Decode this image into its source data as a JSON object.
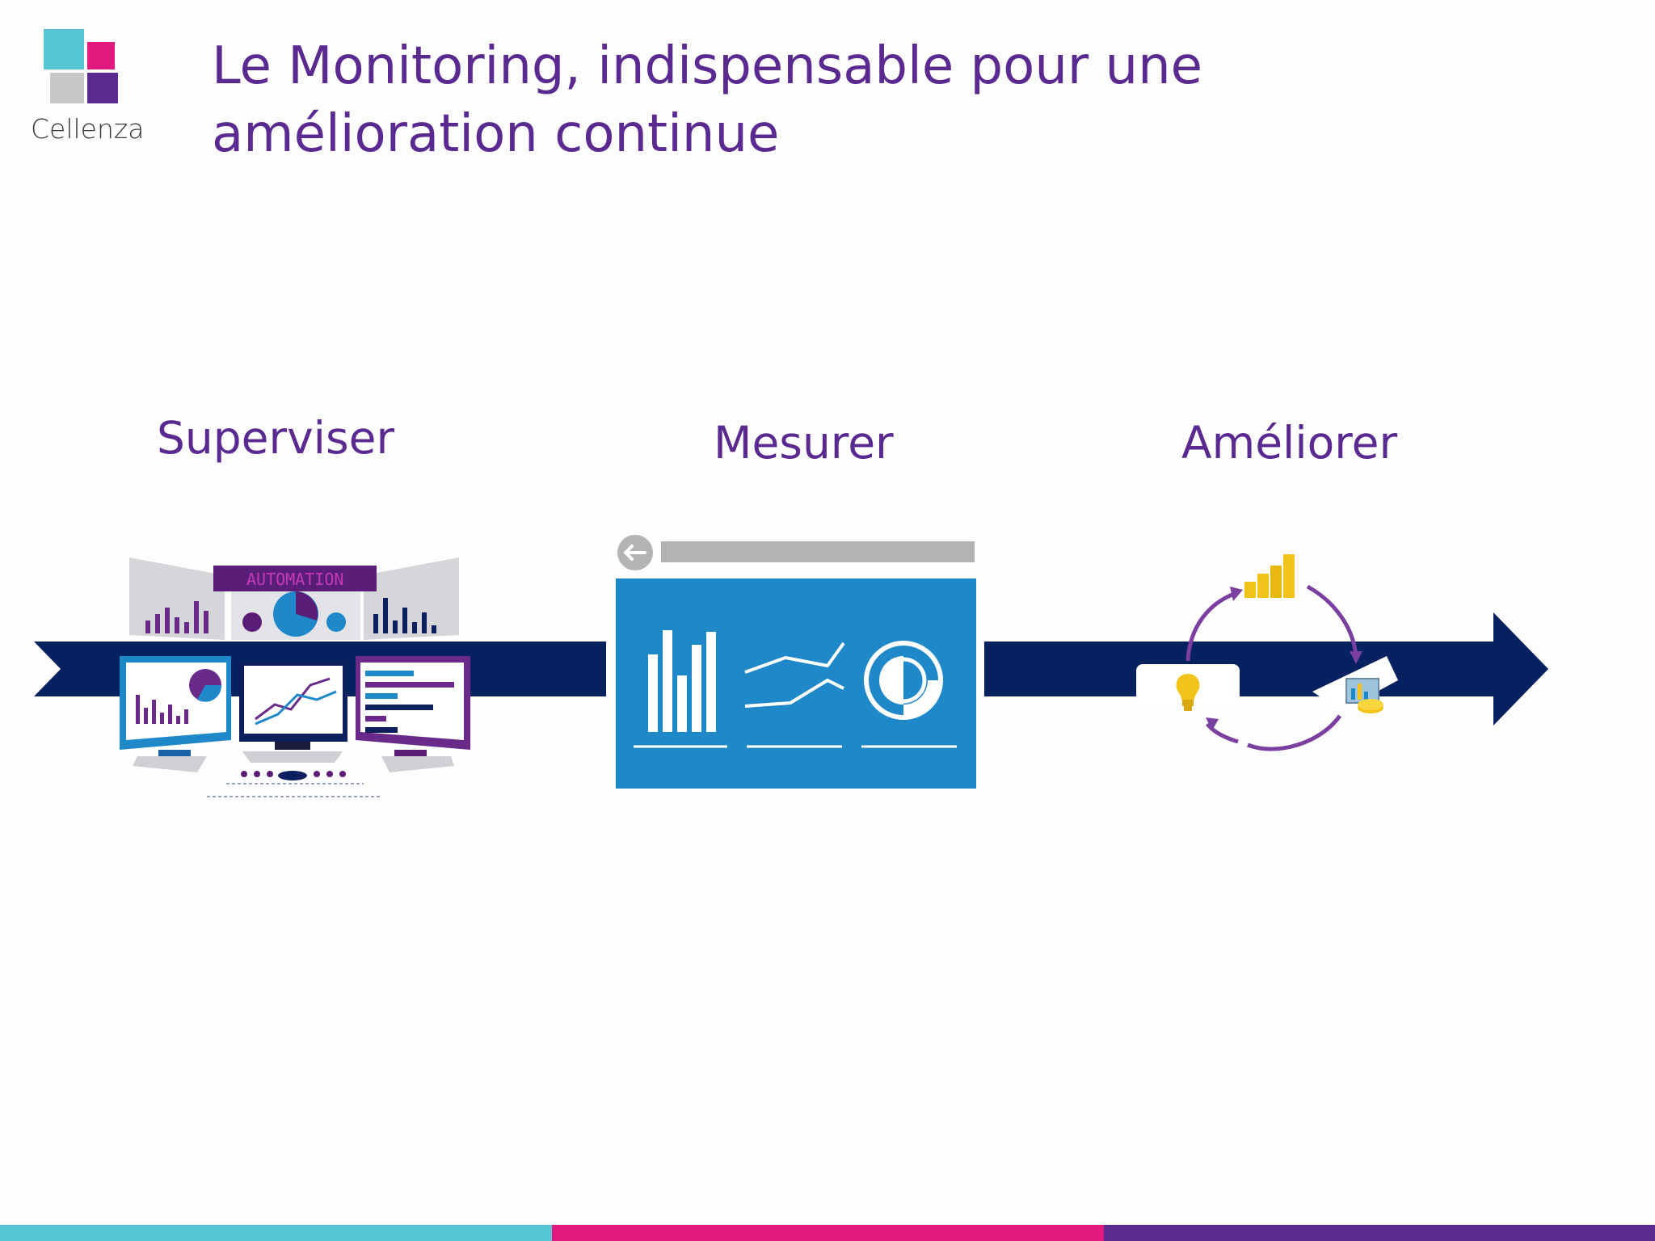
{
  "logo": {
    "text": "Cellenza"
  },
  "title": "Le Monitoring, indispensable pour une amélioration continue",
  "stages": [
    {
      "label": "Superviser"
    },
    {
      "label": "Mesurer"
    },
    {
      "label": "Améliorer"
    }
  ],
  "monitor_panel": {
    "text": "AUTOMATION"
  },
  "colors": {
    "title": "#5b2a91",
    "arrow": "#062160",
    "dashboard": "#1e88c9",
    "footer": [
      "#56c6d2",
      "#e2197f",
      "#5b2a91"
    ]
  },
  "icons": [
    "back-arrow-icon",
    "lightbulb-icon",
    "bar-chart-icon",
    "cycle-arrows-icon",
    "report-icon"
  ]
}
